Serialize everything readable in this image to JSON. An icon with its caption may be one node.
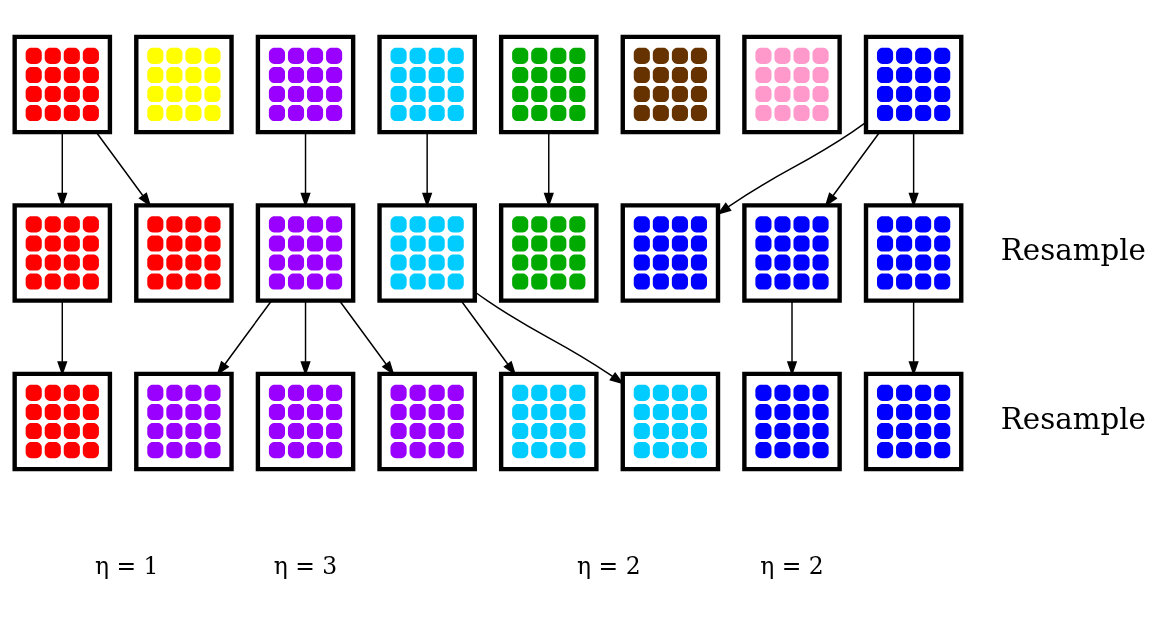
{
  "diagram": {
    "nodes": [
      {
        "text": [],
        "shape": "box"
      },
      {
        "text": [],
        "shape": "box"
      },
      {
        "text": [],
        "shape": "box"
      },
      {
        "text": [],
        "shape": "box"
      },
      {
        "text": [],
        "shape": "box"
      },
      {
        "text": [],
        "shape": "box"
      },
      {
        "text": [],
        "shape": "box"
      },
      {
        "text": [],
        "shape": "box"
      },
      {
        "text": [],
        "shape": "box"
      },
      {
        "text": [],
        "shape": "box"
      },
      {
        "text": [],
        "shape": "box"
      },
      {
        "text": [],
        "shape": "box"
      },
      {
        "text": [],
        "shape": "box"
      },
      {
        "text": [],
        "shape": "box"
      },
      {
        "text": [],
        "shape": "box"
      },
      {
        "text": [],
        "shape": "box"
      },
      {
        "text": [],
        "shape": "box"
      },
      {
        "text": [],
        "shape": "box"
      },
      {
        "text": [],
        "shape": "box"
      },
      {
        "text": [],
        "shape": "box"
      },
      {
        "text": [],
        "shape": "box"
      },
      {
        "text": [],
        "shape": "box"
      },
      {
        "text": [],
        "shape": "box"
      },
      {
        "text": [],
        "shape": "box"
      }
    ],
    "edges": [
      {
        "from": 0,
        "to": 8,
        "arrow": "to"
      },
      {
        "from": 0,
        "to": 9,
        "arrow": "to"
      },
      {
        "from": 2,
        "to": 10,
        "arrow": "to"
      },
      {
        "from": 3,
        "to": 11,
        "arrow": "to"
      },
      {
        "from": 4,
        "to": 12,
        "arrow": "to"
      },
      {
        "from": 7,
        "to": 13,
        "arrow": "to"
      },
      {
        "from": 7,
        "to": 14,
        "arrow": "to"
      },
      {
        "from": 7,
        "to": 15,
        "arrow": "to"
      },
      {
        "from": 8,
        "to": 16,
        "arrow": "to"
      },
      {
        "from": 10,
        "to": 17,
        "arrow": "to"
      },
      {
        "from": 10,
        "to": 18,
        "arrow": "to"
      },
      {
        "from": 10,
        "to": 19,
        "arrow": "to"
      },
      {
        "from": 11,
        "to": 20,
        "arrow": "to"
      },
      {
        "from": 11,
        "to": 21,
        "arrow": "to"
      },
      {
        "from": 14,
        "to": 22,
        "arrow": "to"
      },
      {
        "from": 15,
        "to": 23,
        "arrow": "to"
      }
    ],
    "labels": [
      "Resample",
      "Resample",
      "η = 1",
      "η = 3",
      "η = 2",
      "η = 2"
    ]
  }
}
